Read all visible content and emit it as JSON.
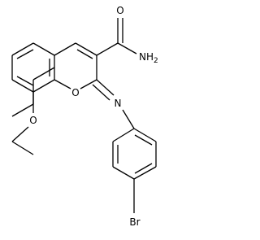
{
  "atom_labels": {
    "carbonyl_oxygen": "O",
    "amide_nitrogen": "NH",
    "amide_h_count": "2",
    "ring_oxygen": "O",
    "ethoxy_oxygen": "O",
    "imine_nitrogen": "N",
    "bromine": "Br"
  },
  "colors": {
    "bond": "#000000",
    "label": "#000000",
    "background": "#ffffff"
  }
}
